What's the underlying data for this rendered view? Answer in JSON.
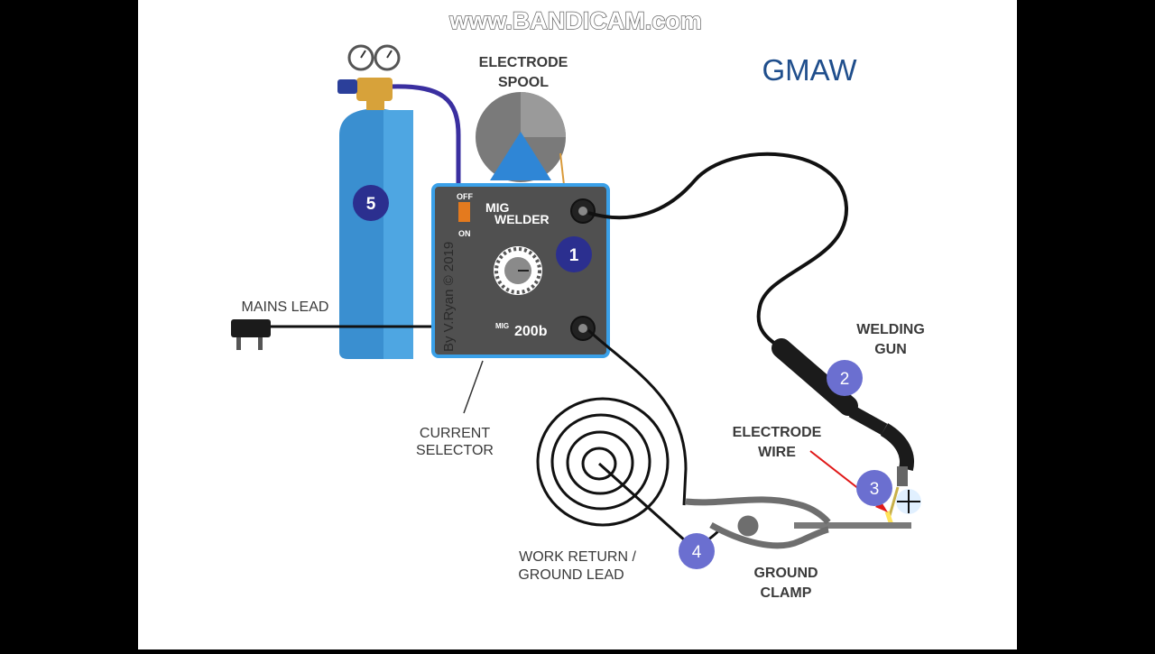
{
  "watermark": "www.BANDICAM.com",
  "title": "GMAW",
  "labels": {
    "electrode_spool_1": "ELECTRODE",
    "electrode_spool_2": "SPOOL",
    "mains_lead": "MAINS LEAD",
    "current_selector_1": "CURRENT",
    "current_selector_2": "SELECTOR",
    "welding_gun_1": "WELDING",
    "welding_gun_2": "GUN",
    "electrode_wire_1": "ELECTRODE",
    "electrode_wire_2": "WIRE",
    "work_return_1": "WORK RETURN /",
    "work_return_2": "GROUND LEAD",
    "ground_clamp_1": "GROUND",
    "ground_clamp_2": "CLAMP"
  },
  "welder": {
    "switch_off": "OFF",
    "switch_on": "ON",
    "name_line1": "MIG",
    "name_line2": "WELDER",
    "model_prefix": "MIG",
    "model": "200b",
    "credit": "By V.Ryan © 2019"
  },
  "markers": [
    "1",
    "2",
    "3",
    "4",
    "5"
  ],
  "colors": {
    "title": "#1f4e8c",
    "marker_dark": "#2b2f8f",
    "marker_light": "#6b6fd0",
    "cylinder": "#3a8fd0",
    "welder_body": "#505050",
    "welder_border": "#3aa0e8",
    "gas_hose": "#3a2fa0",
    "cable": "#111111"
  }
}
